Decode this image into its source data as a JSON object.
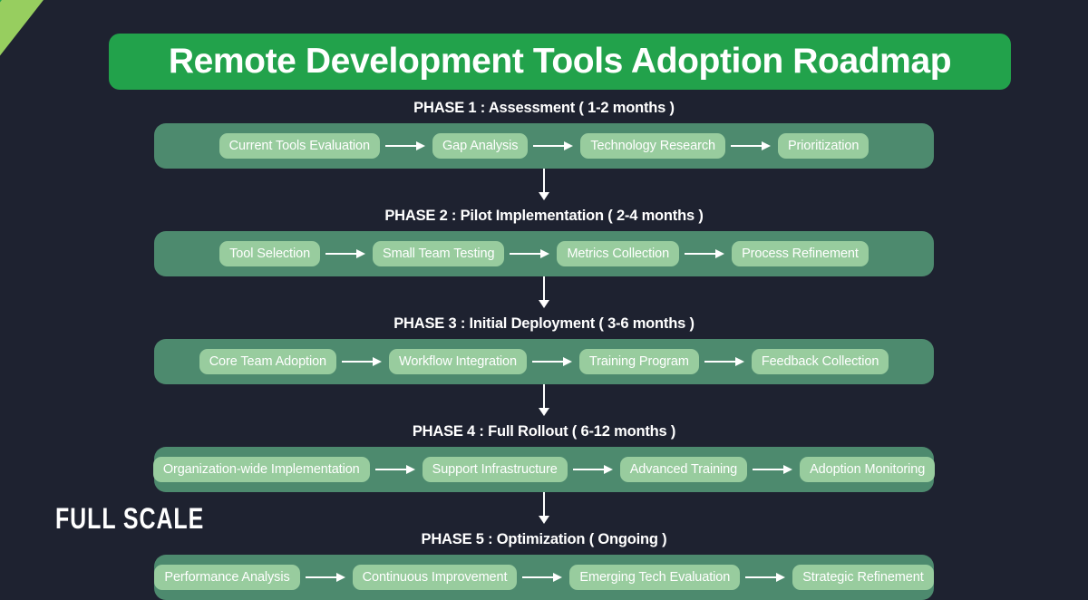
{
  "background_color": "#1e2230",
  "brand": {
    "banner_color": "#22a24b",
    "mark_dark_green": "#21a24c",
    "mark_light_green": "#97ce5f",
    "band_color": "#4d8a6e",
    "pill_color": "#98cc9e",
    "footer_wordmark": "FULL SCALE"
  },
  "header": {
    "title": "Remote Development Tools Adoption Roadmap"
  },
  "roadmap": {
    "phases": [
      {
        "label": "PHASE 1 : Assessment ( 1-2 months )",
        "number": "1",
        "name": "Assessment",
        "duration": "1-2 months",
        "steps": [
          "Current Tools Evaluation",
          "Gap Analysis",
          "Technology Research",
          "Prioritization"
        ]
      },
      {
        "label": "PHASE 2 : Pilot Implementation ( 2-4 months )",
        "number": "2",
        "name": "Pilot Implementation",
        "duration": "2-4 months",
        "steps": [
          "Tool Selection",
          "Small Team Testing",
          "Metrics Collection",
          "Process Refinement"
        ]
      },
      {
        "label": "PHASE 3 : Initial Deployment ( 3-6 months )",
        "number": "3",
        "name": "Initial Deployment",
        "duration": "3-6 months",
        "steps": [
          "Core Team Adoption",
          "Workflow Integration",
          "Training Program",
          "Feedback Collection"
        ]
      },
      {
        "label": "PHASE 4 : Full Rollout ( 6-12 months )",
        "number": "4",
        "name": "Full Rollout",
        "duration": "6-12 months",
        "steps": [
          "Organization-wide Implementation",
          "Support Infrastructure",
          "Advanced Training",
          "Adoption Monitoring"
        ]
      },
      {
        "label": "PHASE 5 : Optimization ( Ongoing )",
        "number": "5",
        "name": "Optimization",
        "duration": "Ongoing",
        "steps": [
          "Performance Analysis",
          "Continuous Improvement",
          "Emerging Tech Evaluation",
          "Strategic Refinement"
        ]
      }
    ]
  }
}
